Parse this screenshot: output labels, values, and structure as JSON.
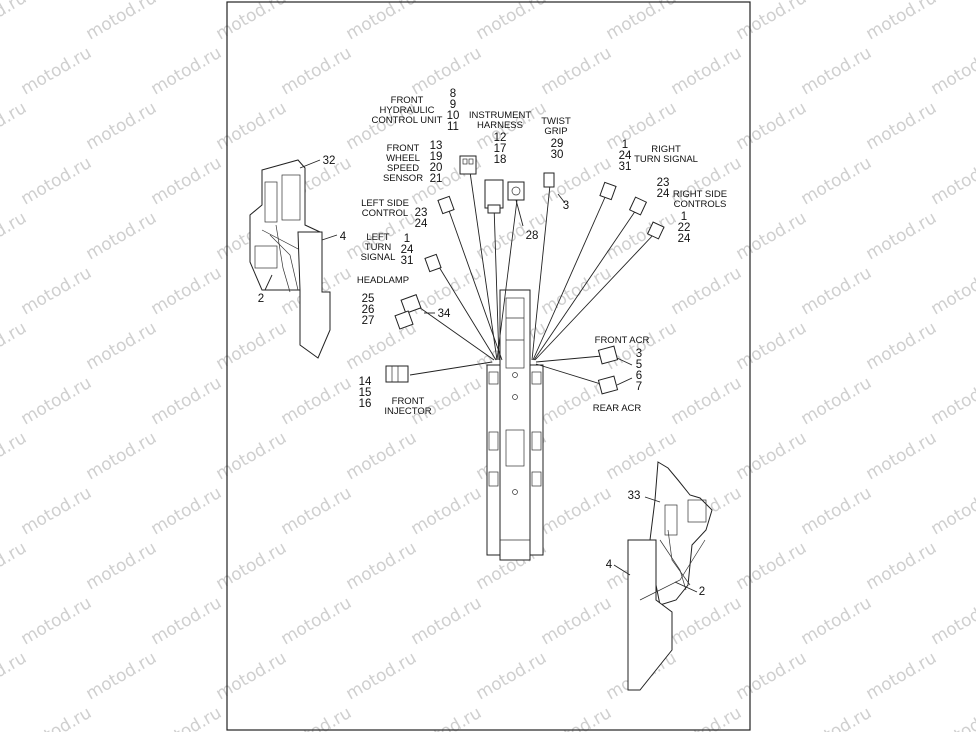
{
  "watermark": "motod.ru",
  "callouts": {
    "front_hydraulic_control_unit": {
      "label": [
        "FRONT",
        "HYDRAULIC",
        "CONTROL UNIT"
      ],
      "numbers": [
        "8",
        "9",
        "10",
        "11"
      ]
    },
    "instrument_harness": {
      "label": [
        "INSTRUMENT",
        "HARNESS"
      ],
      "numbers": [
        "12",
        "17",
        "18"
      ]
    },
    "twist_grip": {
      "label": [
        "TWIST",
        "GRIP"
      ],
      "numbers": [
        "29",
        "30"
      ]
    },
    "right_turn_signal": {
      "label": [
        "RIGHT",
        "TURN SIGNAL"
      ],
      "numbers": [
        "1",
        "24",
        "31"
      ]
    },
    "front_wheel_speed_sensor": {
      "label": [
        "FRONT",
        "WHEEL",
        "SPEED",
        "SENSOR"
      ],
      "numbers": [
        "13",
        "19",
        "20",
        "21"
      ]
    },
    "right_side_controls": {
      "label": [
        "RIGHT SIDE",
        "CONTROLS"
      ],
      "numbers_top": [
        "23",
        "24"
      ],
      "numbers": [
        "1",
        "22",
        "24"
      ]
    },
    "left_side_control": {
      "label": [
        "LEFT SIDE",
        "CONTROL"
      ],
      "numbers": [
        "23",
        "24"
      ]
    },
    "left_turn_signal": {
      "label": [
        "LEFT",
        "TURN",
        "SIGNAL"
      ],
      "numbers": [
        "1",
        "24",
        "31"
      ]
    },
    "headlamp": {
      "label": [
        "HEADLAMP"
      ],
      "numbers": [
        "25",
        "26",
        "27"
      ]
    },
    "front_acr": {
      "label": [
        "FRONT ACR"
      ]
    },
    "rear_acr": {
      "label": [
        "REAR ACR"
      ]
    },
    "acr_numbers": [
      "3",
      "5",
      "6",
      "7"
    ],
    "front_injector": {
      "label": [
        "FRONT",
        "INJECTOR"
      ],
      "numbers": [
        "14",
        "15",
        "16"
      ]
    },
    "singles": {
      "n3": "3",
      "n28": "28",
      "n34": "34",
      "n32": "32",
      "n4_left": "4",
      "n2_left": "2",
      "n33": "33",
      "n4_right": "4",
      "n2_right": "2"
    }
  }
}
